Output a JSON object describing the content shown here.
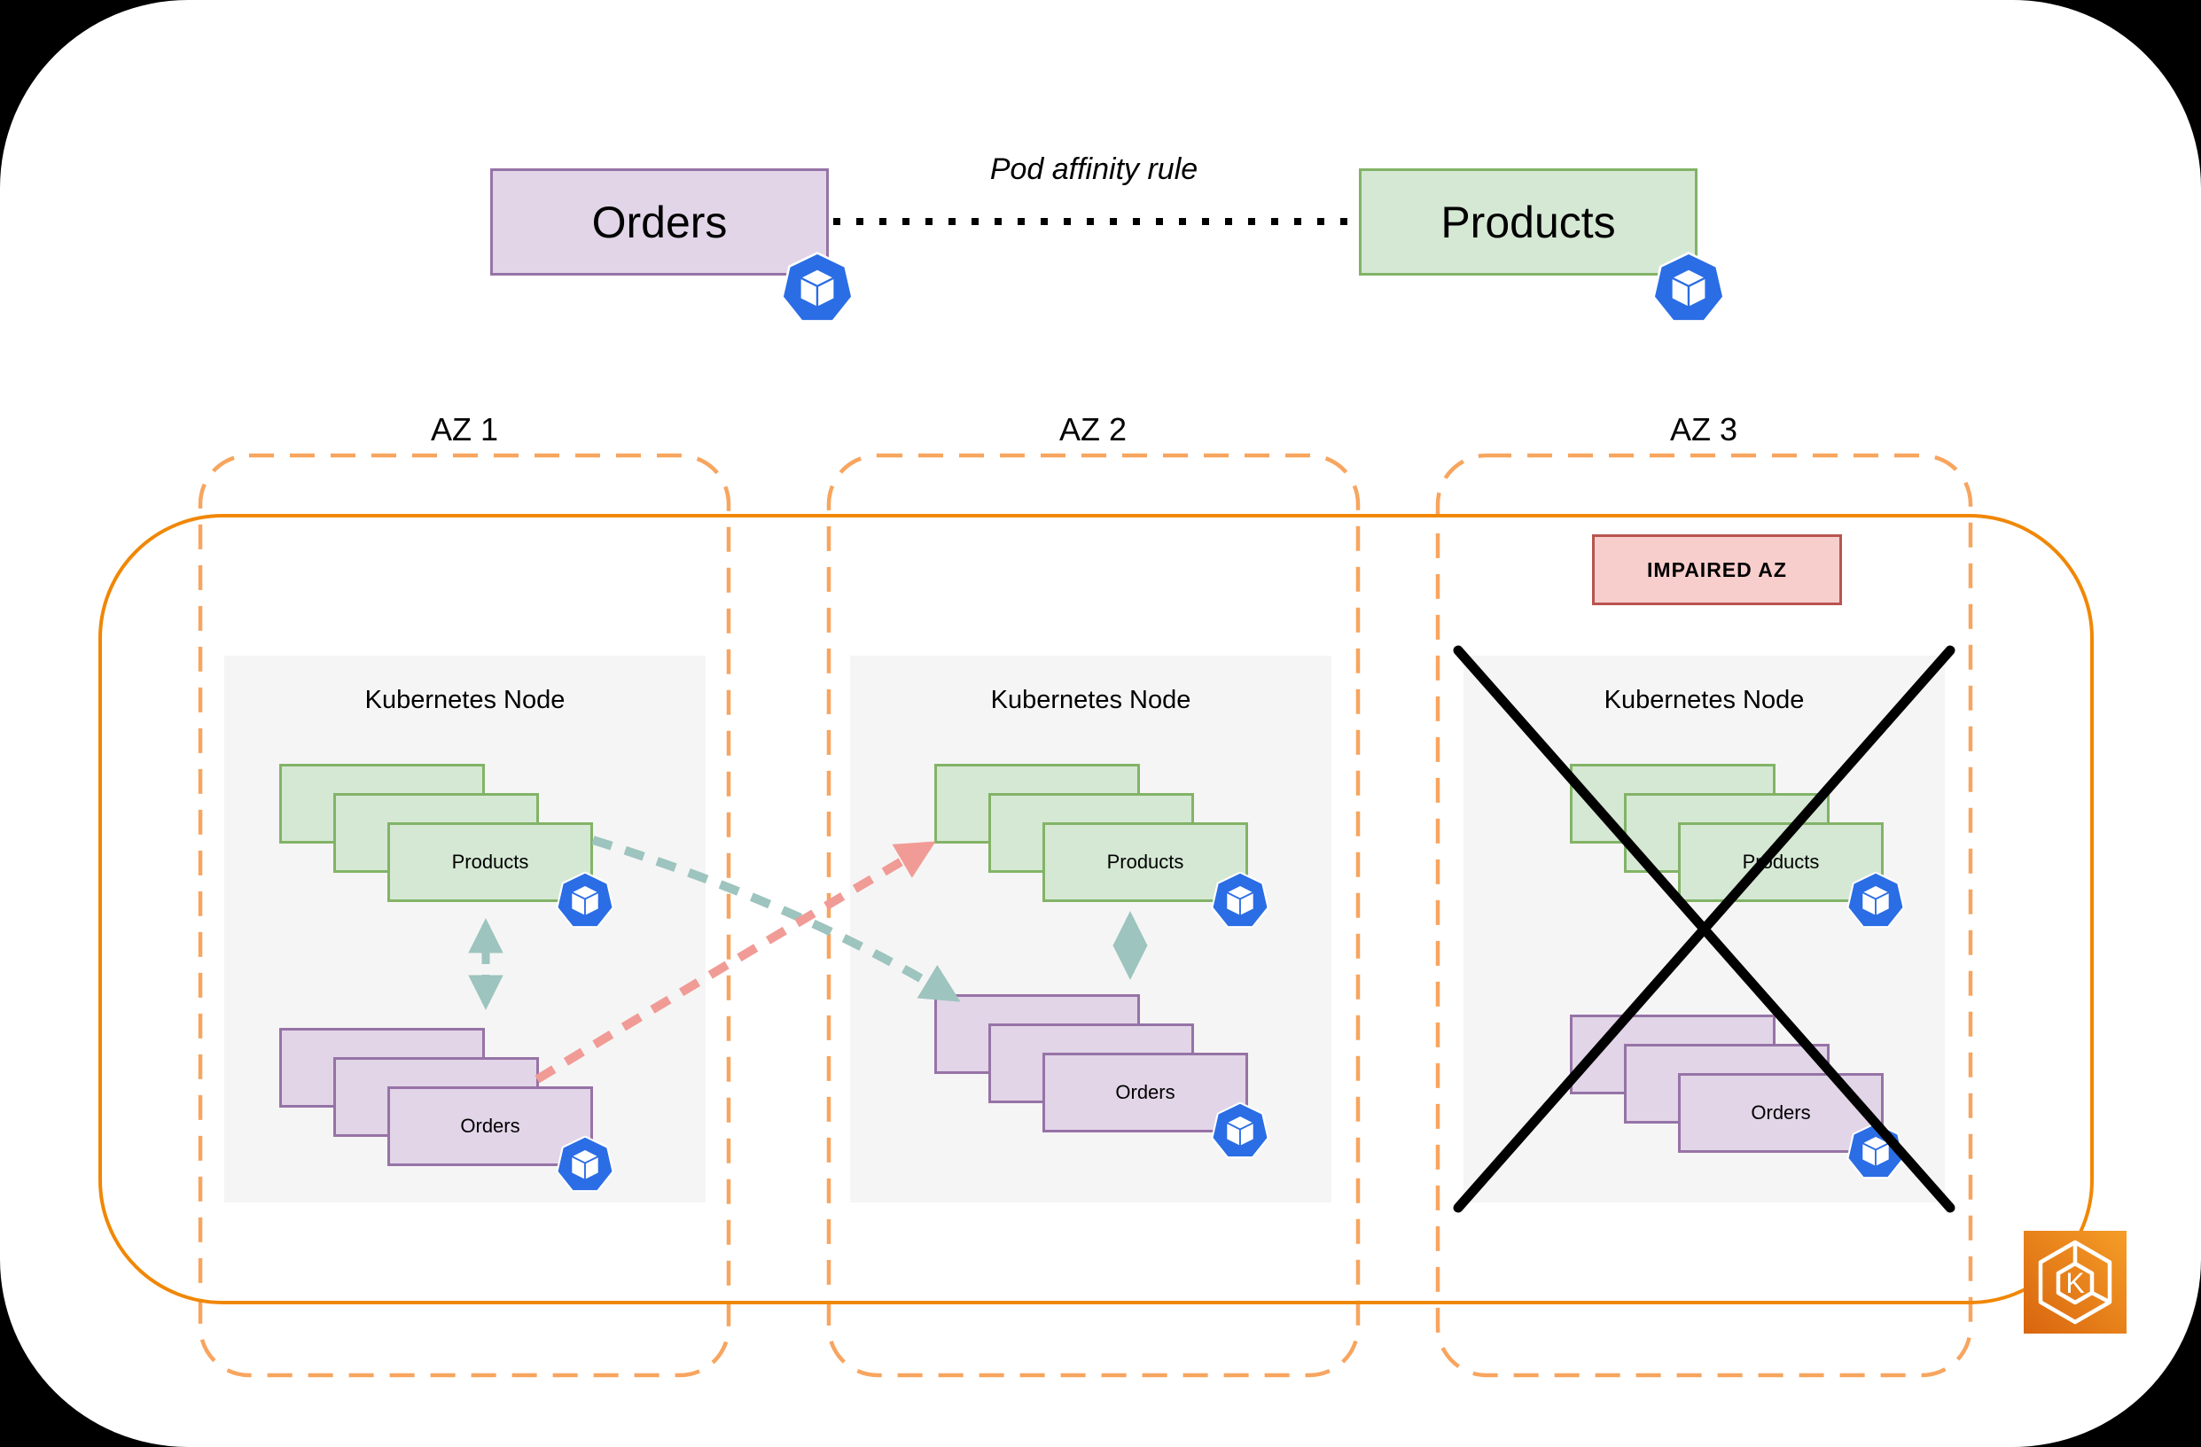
{
  "header": {
    "orders_label": "Orders",
    "products_label": "Products",
    "affinity_rule_label": "Pod affinity rule"
  },
  "zones": [
    {
      "label": "AZ 1",
      "node_title": "Kubernetes Node",
      "products_label": "Products",
      "orders_label": "Orders"
    },
    {
      "label": "AZ 2",
      "node_title": "Kubernetes Node",
      "products_label": "Products",
      "orders_label": "Orders"
    },
    {
      "label": "AZ 3",
      "node_title": "Kubernetes Node",
      "products_label": "Products",
      "orders_label": "Orders",
      "impaired_badge": "IMPAIRED AZ"
    }
  ],
  "icons": {
    "pod_icon": "kubernetes-pod",
    "eks_icon": "amazon-eks",
    "eks_letter": "K"
  },
  "colors": {
    "page_bg": "#000000",
    "canvas_bg": "#FFFFFF",
    "text": "#000000",
    "orders_fill": "#E1D5E7",
    "orders_stroke": "#9673A6",
    "products_fill": "#D5E8D4",
    "products_stroke": "#82B366",
    "node_fill": "#F5F5F5",
    "az_dash_stroke": "#F7A55F",
    "cluster_stroke": "#F08705",
    "impaired_fill": "#F8CECC",
    "impaired_stroke": "#B85450",
    "affinity_dotted": "#000000",
    "affinity_arrow": "#9DC4BE",
    "violation_arrow": "#F19B96",
    "pod_blue": "#2A6DE5",
    "failure_x": "#000000",
    "eks_top": "#F59D27",
    "eks_bottom": "#D9650E"
  }
}
